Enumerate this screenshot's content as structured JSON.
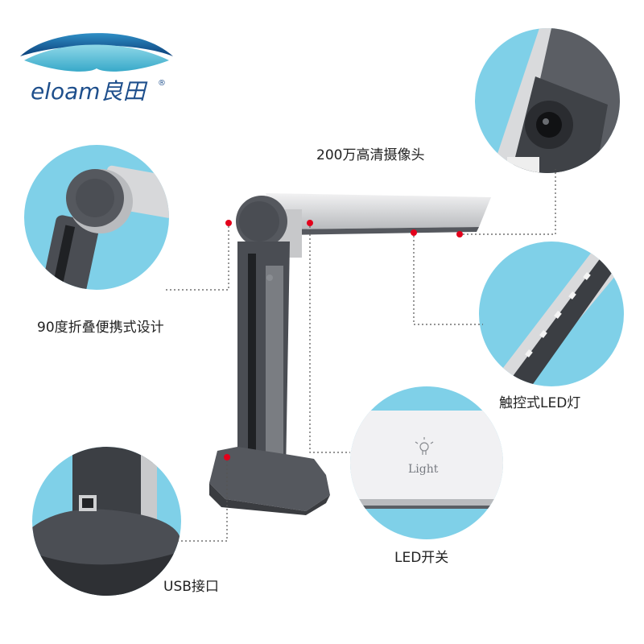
{
  "brand": {
    "logo_text": "eloam良田",
    "registered_mark": "®"
  },
  "features": {
    "camera": "200万高清摄像头",
    "fold": "90度折叠便携式设计",
    "led_light": "触控式LED灯",
    "led_switch": "LED开关",
    "usb": "USB接口",
    "switch_label": "Light"
  },
  "colors": {
    "brand_blue": "#1e4f8c",
    "bubble_cyan": "#7fd0e8",
    "marker_red": "#e3001b",
    "device_dark": "#4a4d53",
    "device_silver": "#d9dadc"
  }
}
